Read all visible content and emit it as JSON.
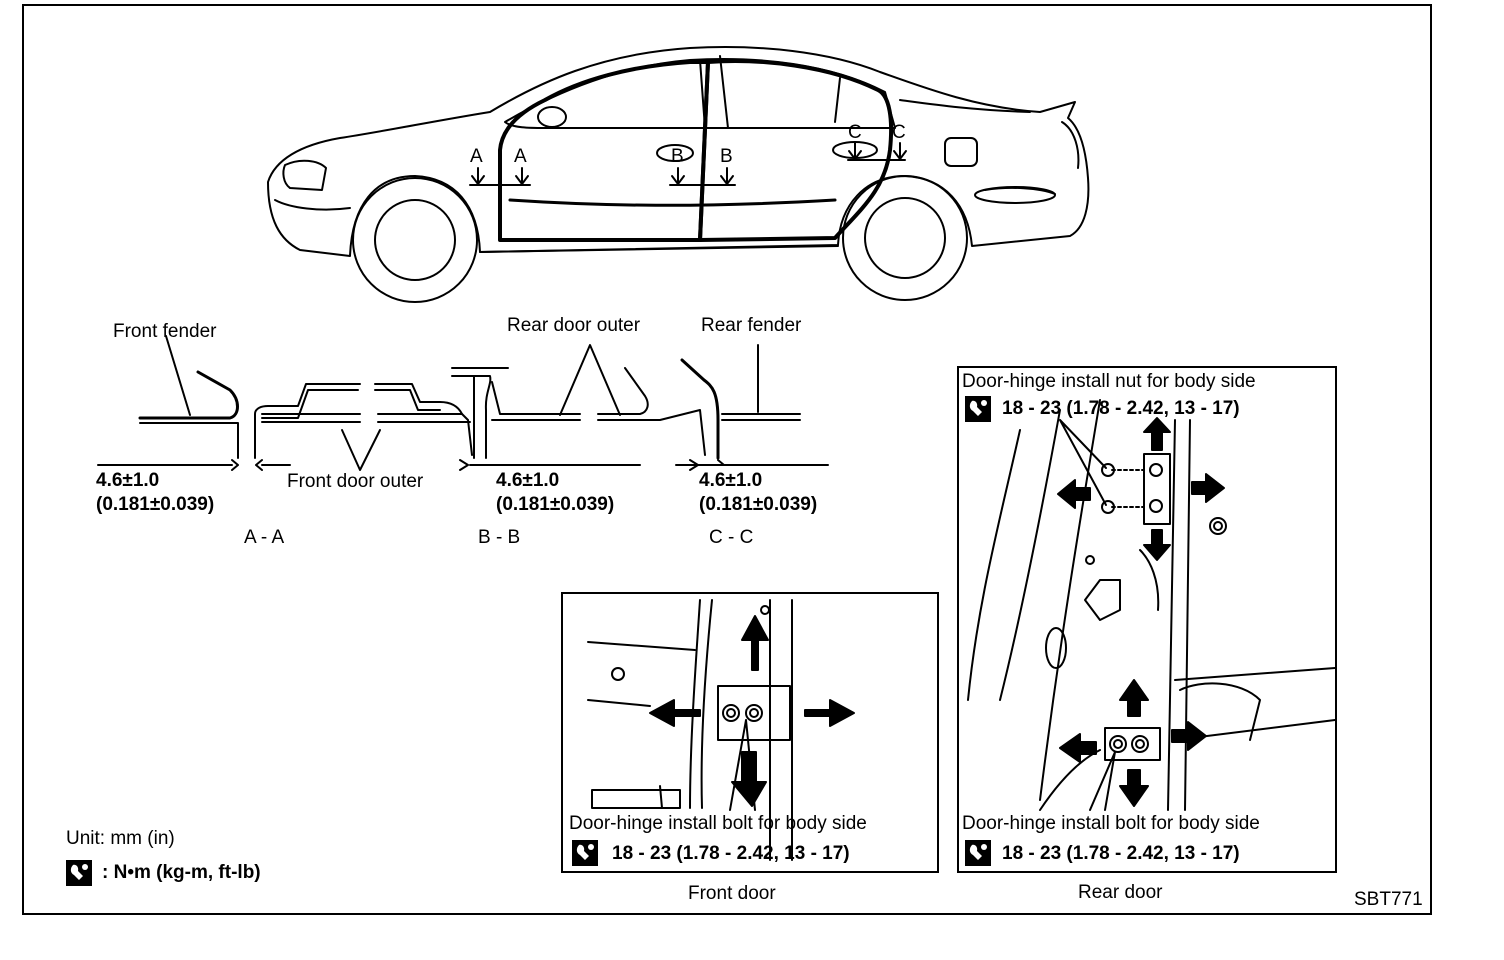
{
  "car_markers": [
    "A",
    "A",
    "B",
    "B",
    "C",
    "C"
  ],
  "sections": {
    "front_fender": "Front fender",
    "rear_door_outer": "Rear door outer",
    "rear_fender": "Rear fender",
    "front_door_outer": "Front door outer",
    "aa": {
      "dim_mm": "4.6±1.0",
      "dim_in": "(0.181±0.039)",
      "label": "A - A"
    },
    "bb": {
      "dim_mm": "4.6±1.0",
      "dim_in": "(0.181±0.039)",
      "label": "B - B"
    },
    "cc": {
      "dim_mm": "4.6±1.0",
      "dim_in": "(0.181±0.039)",
      "label": "C - C"
    }
  },
  "legend": {
    "unit": "Unit: mm (in)",
    "torque_units": ":  N•m  (kg-m,  ft-lb)"
  },
  "front_door": {
    "caption": "Front door",
    "bolt_label": "Door-hinge install bolt for body side",
    "torque": "18 - 23 (1.78 - 2.42, 13 - 17)"
  },
  "rear_door": {
    "caption": "Rear door",
    "nut_label": "Door-hinge install nut for body side",
    "nut_torque": "18 - 23 (1.78 - 2.42, 13 - 17)",
    "bolt_label": "Door-hinge install bolt for body side",
    "bolt_torque": "18 - 23 (1.78 - 2.42, 13 - 17)"
  },
  "figure_code": "SBT771"
}
